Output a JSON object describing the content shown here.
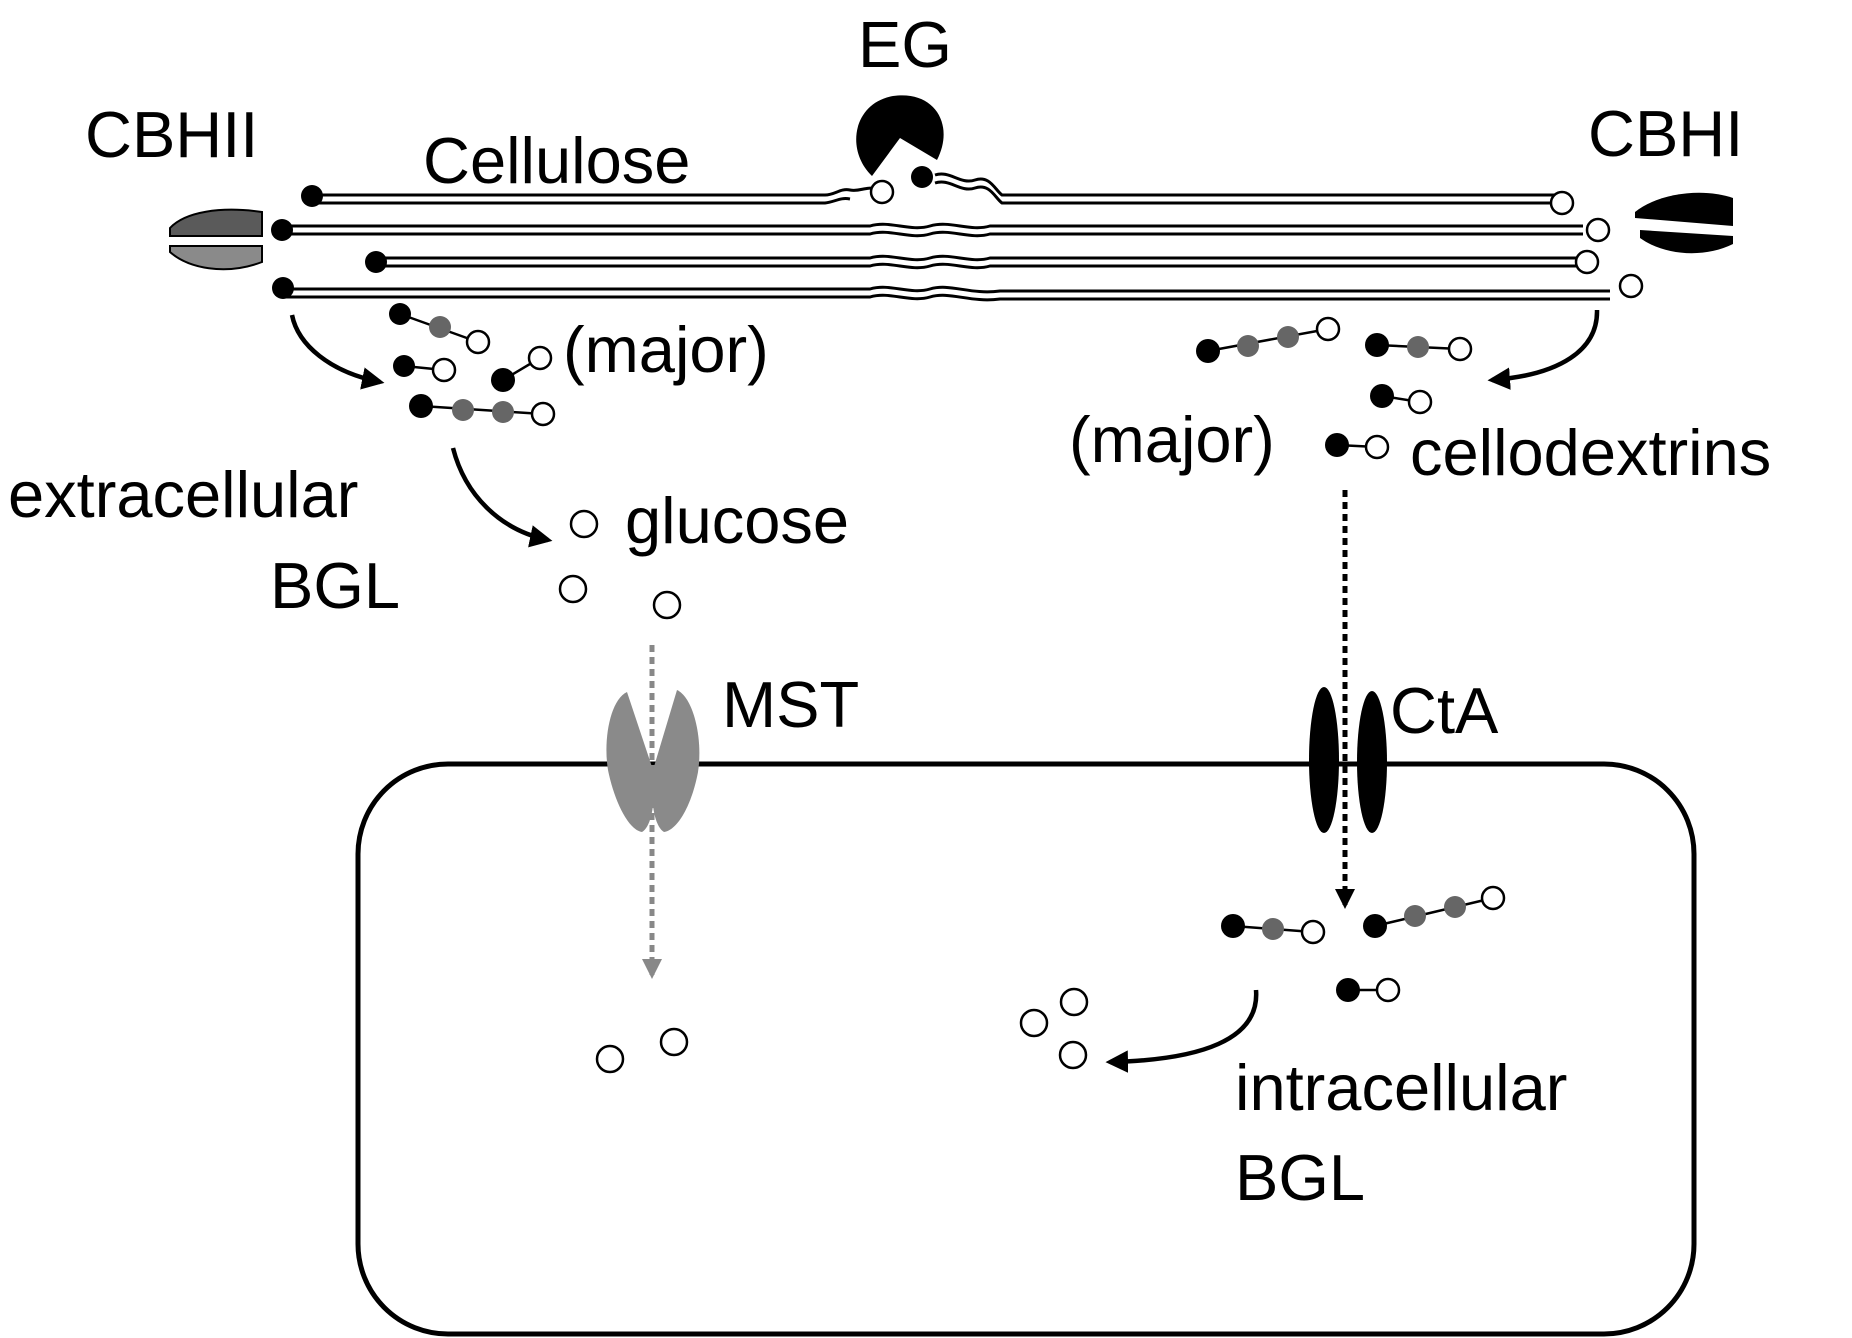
{
  "labels": {
    "eg": "EG",
    "cbhii": "CBHII",
    "cellulose": "Cellulose",
    "cbhi": "CBHI",
    "major_left": "(major)",
    "major_right": "(major)",
    "cellodextrins": "cellodextrins",
    "extracellular_line1": "extracellular",
    "extracellular_line2": "BGL",
    "glucose": "glucose",
    "mst": "MST",
    "cta": "CtA",
    "intracellular_line1": "intracellular",
    "intracellular_line2": "BGL"
  },
  "colors": {
    "black": "#000000",
    "gray": "#666666",
    "transporter_gray": "#8a8a8a",
    "white": "#ffffff"
  }
}
